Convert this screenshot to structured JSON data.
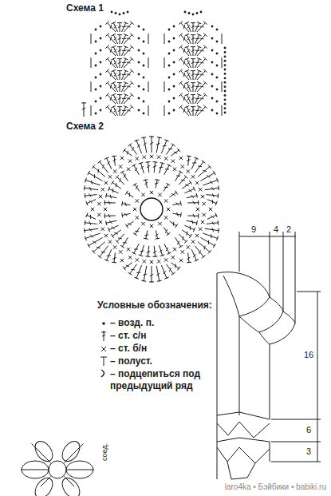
{
  "diagram": {
    "labels": [
      "Схема 1",
      "Схема 2",
      "Условные обозначения:",
      "9",
      "4",
      "2",
      "16",
      "6",
      "3",
      "соед.",
      "laro4ka • Бэйбики • babiki.ru"
    ],
    "legend": [
      {
        "text": "– возд. п."
      },
      {
        "text": "– ст. с/н"
      },
      {
        "text": "– ст. б/н"
      },
      {
        "text": "– полуст."
      },
      {
        "text": "– подцепиться под предыдущий ряд"
      }
    ]
  }
}
